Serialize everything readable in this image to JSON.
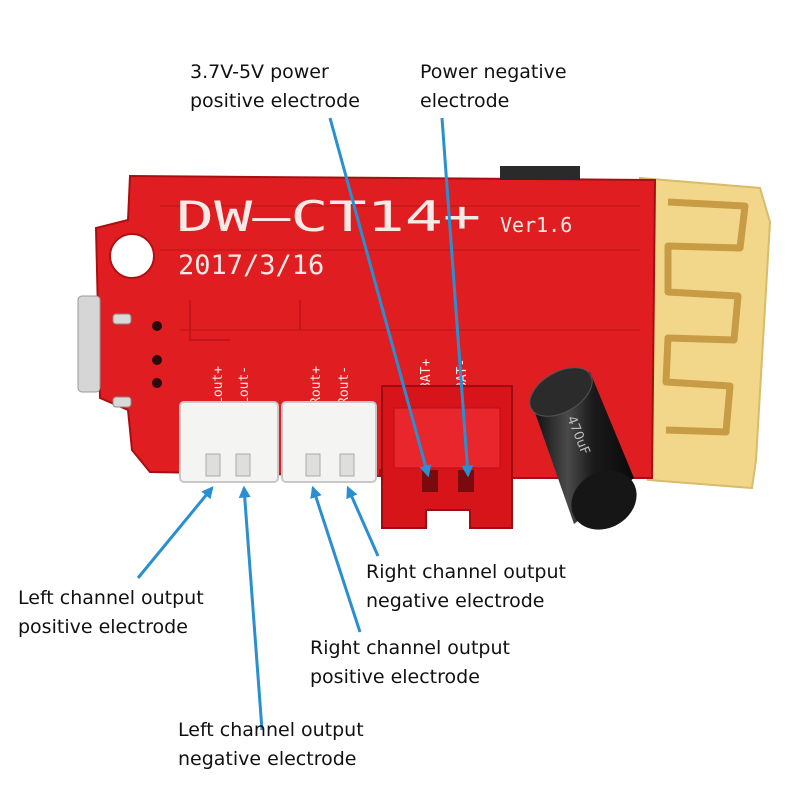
{
  "board": {
    "model": "DW—CT14+",
    "version": "Ver1.6",
    "date": "2017/3/16",
    "pins": {
      "lout_plus": "Lout+",
      "lout_minus": "Lout-",
      "rout_plus": "Rout+",
      "rout_minus": "Rout-",
      "bat_plus": "BAT+",
      "bat_minus": "BAT-"
    },
    "capacitor_marking": "470uF"
  },
  "callouts": {
    "power_positive": {
      "line1": "3.7V-5V power",
      "line2": "positive electrode"
    },
    "power_negative": {
      "line1": "Power negative",
      "line2": "electrode"
    },
    "right_negative": {
      "line1": "Right channel output",
      "line2": "negative electrode"
    },
    "right_positive": {
      "line1": "Right channel output",
      "line2": "positive electrode"
    },
    "left_positive": {
      "line1": "Left channel output",
      "line2": "positive electrode"
    },
    "left_negative": {
      "line1": "Left channel output",
      "line2": "negative electrode"
    }
  },
  "colors": {
    "pcb": "#e01e22",
    "arrow": "#2a8fd0",
    "antenna": "#f2d78a",
    "connector_red": "#d8141b",
    "connector_white": "#f4f4f2",
    "capacitor": "#1c1c1c"
  }
}
